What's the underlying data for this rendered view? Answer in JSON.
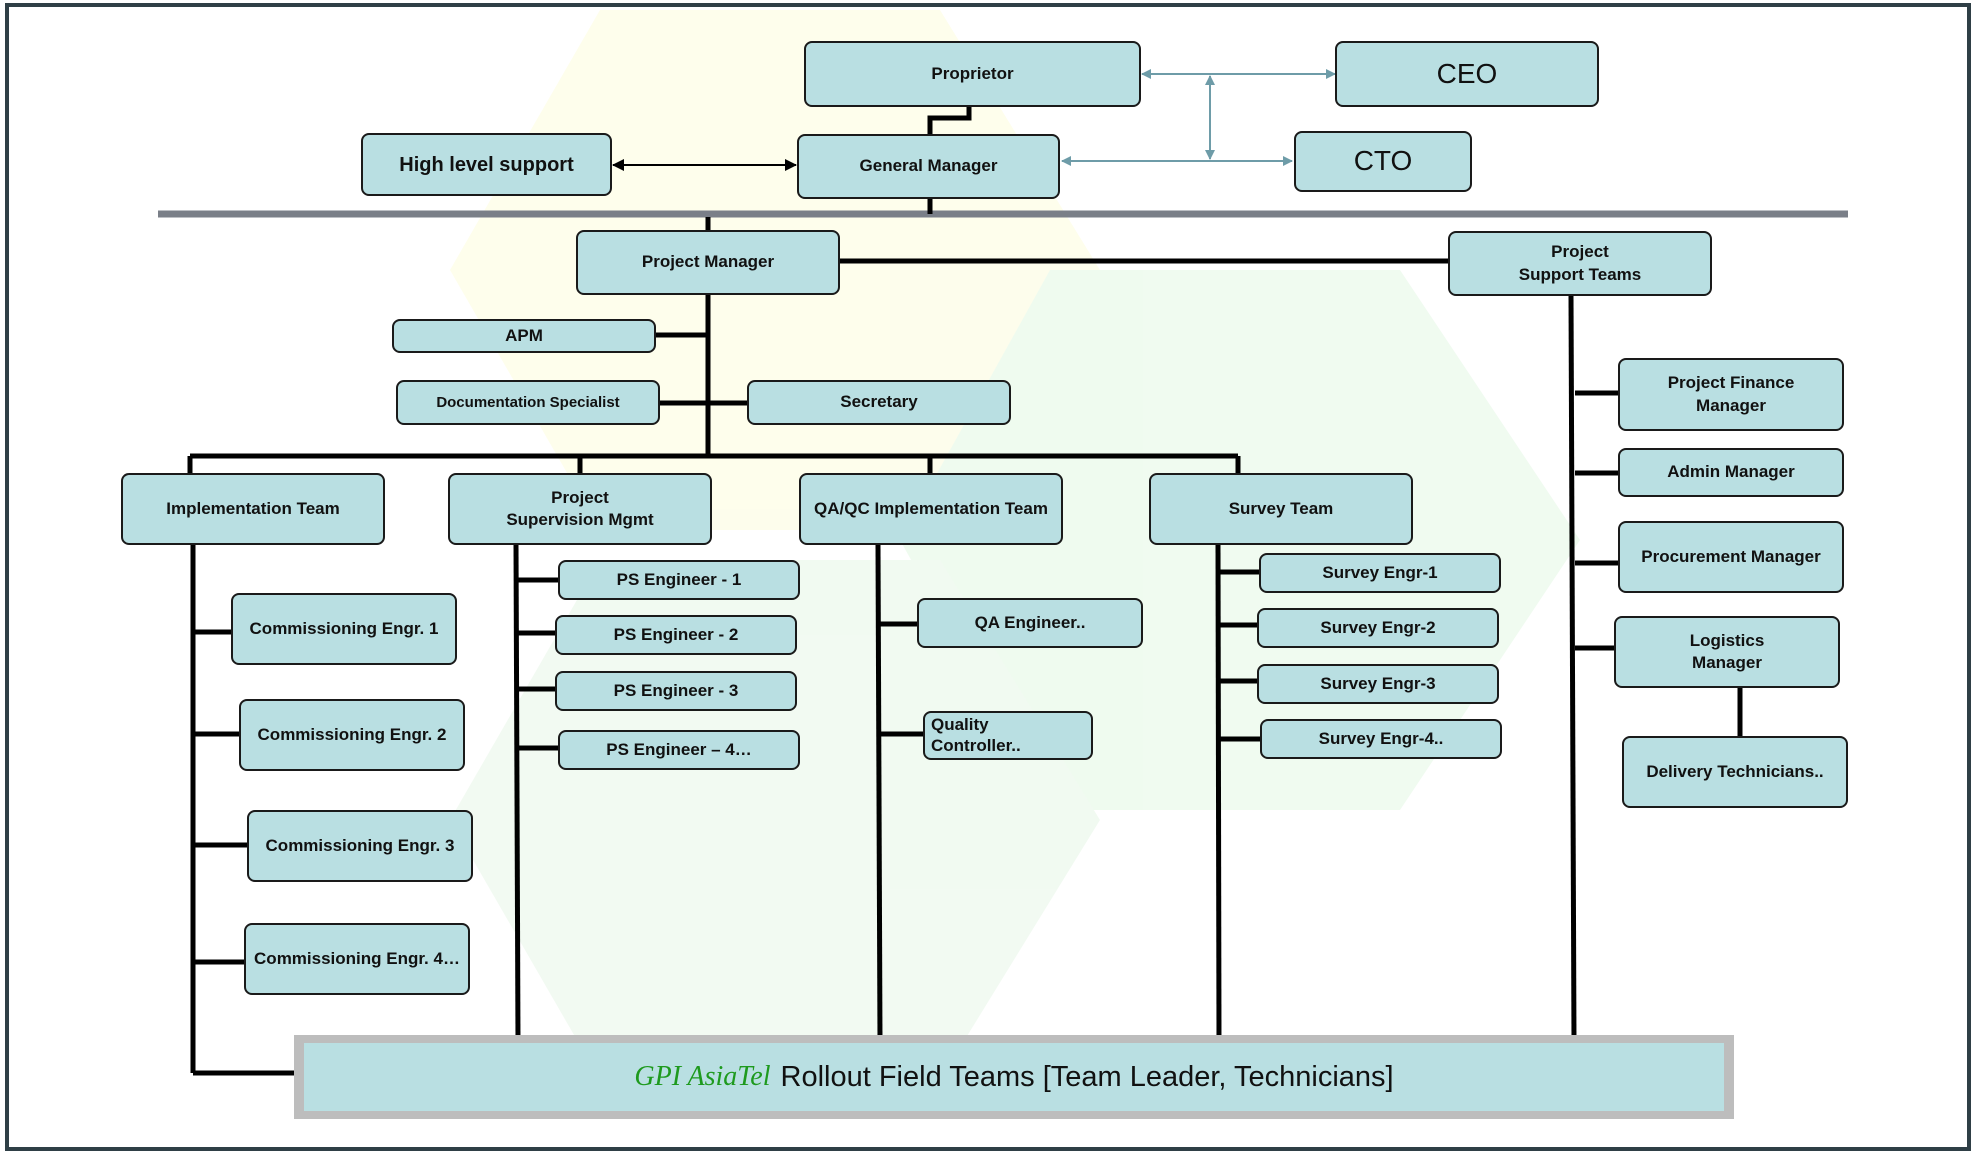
{
  "nodes": {
    "proprietor": "Proprietor",
    "ceo": "CEO",
    "general_manager": "General Manager",
    "cto": "CTO",
    "high_level_support": "High level support",
    "project_manager": "Project Manager",
    "project_support_teams": "Project\nSupport Teams",
    "apm": "APM",
    "documentation_specialist": "Documentation Specialist",
    "secretary": "Secretary",
    "implementation_team": "Implementation  Team",
    "project_supervision_mgmt": "Project\nSupervision Mgmt",
    "qaqc_team": "QA/QC Implementation Team",
    "survey_team": "Survey Team",
    "commissioning": [
      "Commissioning Engr. 1",
      "Commissioning Engr. 2",
      "Commissioning Engr. 3",
      "Commissioning Engr. 4…"
    ],
    "ps_engineers": [
      "PS Engineer - 1",
      "PS Engineer - 2",
      "PS Engineer - 3",
      "PS Engineer – 4…"
    ],
    "qa_engineer": "QA Engineer..",
    "quality_controller": "Quality\nController..",
    "survey_engineers": [
      "Survey Engr-1",
      "Survey Engr-2",
      "Survey Engr-3",
      "Survey Engr-4.."
    ],
    "project_finance_manager": "Project Finance\nManager",
    "admin_manager": "Admin Manager",
    "procurement_manager": "Procurement Manager",
    "logistics_manager": "Logistics\nManager",
    "delivery_technicians": "Delivery Technicians.."
  },
  "banner": {
    "brand": "GPI AsiaTel",
    "text": "Rollout Field Teams [Team Leader, Technicians]"
  },
  "colors": {
    "box_fill": "#b9dfe2",
    "box_border": "#1a1a1a",
    "arrow_blue": "#6e9ca8",
    "divider": "#7a7f88",
    "brand_green": "#1e9a1e",
    "frame": "#2f3f46"
  }
}
